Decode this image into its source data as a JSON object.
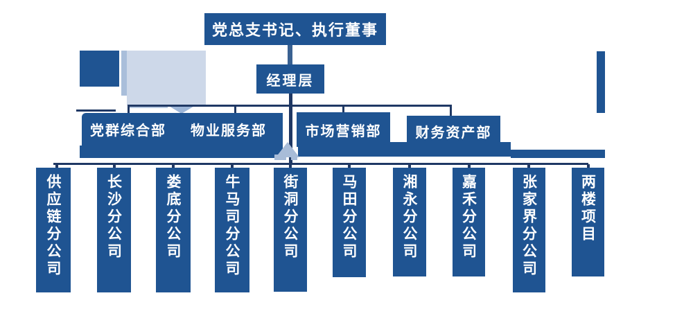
{
  "diagram": {
    "title_box": "党总支书记、执行董事",
    "manager_box": "经理层",
    "departments": [
      "党群综合部",
      "物业服务部",
      "市场营销部",
      "财务资产部"
    ],
    "branches": [
      "供应链分公司",
      "长沙分公司",
      "娄底分公司",
      "牛马司分公司",
      "街洞分公司",
      "马田分公司",
      "湘永分公司",
      "嘉禾分公司",
      "张家界分公司",
      "两楼项目"
    ],
    "colors": {
      "box_fill": "#1F5492",
      "connector_line": "#1F3864",
      "stub": "#3A6191",
      "light_rect": "#CDD8E9",
      "light_accent": "#9DB6D8",
      "text": "#FFFFFF",
      "background": "#FFFFFF"
    }
  }
}
